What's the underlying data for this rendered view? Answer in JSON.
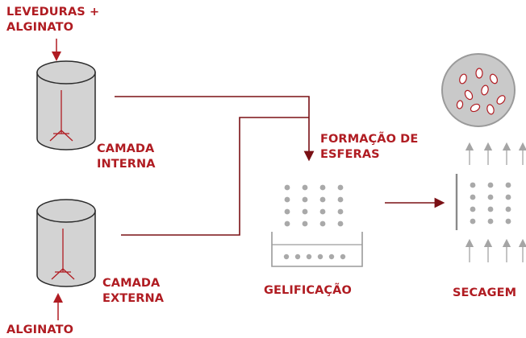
{
  "labels": {
    "top_input": "LEVEDURAS +\nALGINATO",
    "bottom_input": "ALGINATO",
    "inner_layer": "CAMADA\nINTERNA",
    "outer_layer": "CAMADA\nEXTERNA",
    "sphere_formation": "FORMAÇÃO DE\nESFERAS",
    "gelling": "GELIFICAÇÃO",
    "drying": "SECAGEM"
  },
  "colors": {
    "accent": "#b01c22",
    "tank_fill": "#d3d3d3",
    "tank_stroke": "#2b2b2b",
    "bead": "#a9a9a9",
    "arrow_grey": "#a5a5a5",
    "line_dark": "#7a1015"
  }
}
